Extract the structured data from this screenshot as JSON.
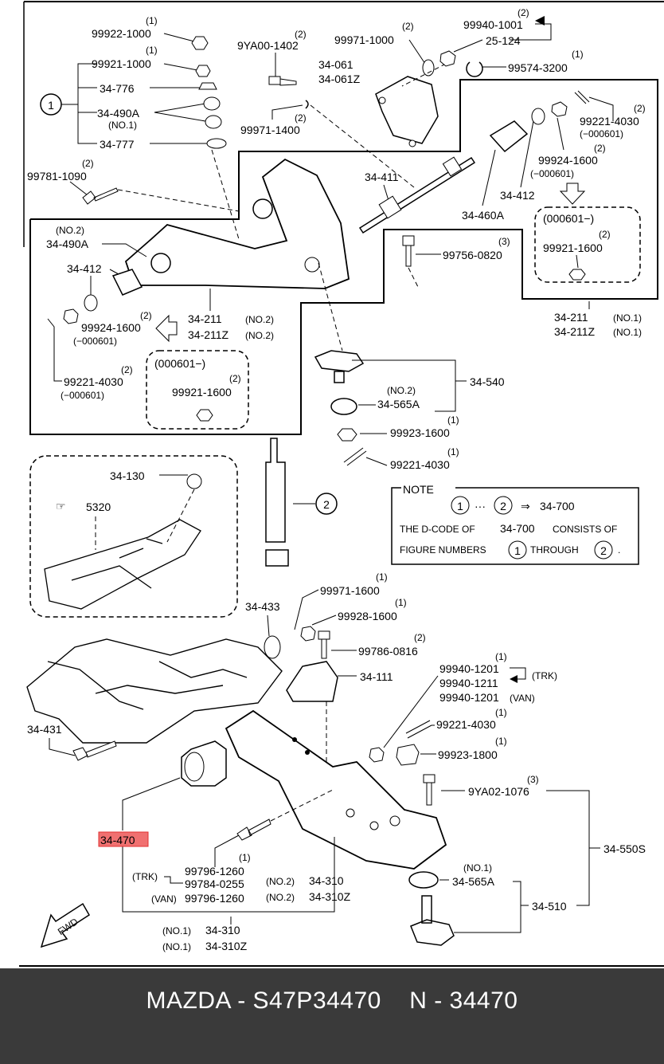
{
  "footer": {
    "caption": "MAZDA - S47P34470    N - 34470"
  },
  "highlight_color": "#f07070",
  "group_marker_1": "1",
  "group_marker_2": "2",
  "labels": {
    "p_99922_1000": "99922-1000",
    "q_99922_1000": "(1)",
    "p_99921_1000": "99921-1000",
    "q_99921_1000": "(1)",
    "p_34_776": "34-776",
    "p_34_490a_top": "34-490A",
    "q_34_490a_top": "(NO.1)",
    "p_34_777": "34-777",
    "p_9ya00_1402": "9YA00-1402",
    "q_9ya00_1402": "(2)",
    "p_99971_1400": "99971-1400",
    "q_99971_1400": "(2)",
    "p_99971_1000": "99971-1000",
    "q_99971_1000": "(2)",
    "p_34_061": "34-061",
    "p_34_061z": "34-061Z",
    "p_99940_1001": "99940-1001",
    "q_99940_1001": "(2)",
    "p_25_124": "25-124",
    "p_99574_3200": "99574-3200",
    "q_99574_3200": "(1)",
    "p_99781_1090": "99781-1090",
    "q_99781_1090": "(2)",
    "p_34_411": "34-411",
    "p_34_412_r": "34-412",
    "p_34_460a": "34-460A",
    "p_99221_4030_r": "99221-4030",
    "q_99221_4030_r": "(2)",
    "s_99221_4030_r": "(−000601)",
    "p_99924_1600_r": "99924-1600",
    "q_99924_1600_r": "(2)",
    "s_99924_1600_r": "(−000601)",
    "box_r_title": "(000601−)",
    "box_r_part": "99921-1600",
    "box_r_qty": "(2)",
    "p_99756_0820": "99756-0820",
    "q_99756_0820": "(3)",
    "p_34_211_r": "34-211",
    "q_34_211_r": "(NO.1)",
    "p_34_211z_r": "34-211Z",
    "q_34_211z_r": "(NO.1)",
    "q_34_490a_l": "(NO.2)",
    "p_34_490a_l": "34-490A",
    "p_34_412_l": "34-412",
    "p_99924_1600_l": "99924-1600",
    "q_99924_1600_l": "(2)",
    "s_99924_1600_l": "(−000601)",
    "p_99221_4030_l": "99221-4030",
    "q_99221_4030_l": "(2)",
    "s_99221_4030_l": "(−000601)",
    "box_l_title": "(000601−)",
    "box_l_part": "99921-1600",
    "box_l_qty": "(2)",
    "p_34_211_l": "34-211",
    "q_34_211_l": "(NO.2)",
    "p_34_211z_l": "34-211Z",
    "q_34_211z_l": "(NO.2)",
    "p_34_540": "34-540",
    "p_34_565a_top": "34-565A",
    "q_34_565a_top": "(NO.2)",
    "p_99923_1600": "99923-1600",
    "q_99923_1600": "(1)",
    "p_99221_4030_c": "99221-4030",
    "q_99221_4030_c": "(1)",
    "p_34_130": "34-130",
    "ref_5320": "5320",
    "note_title": "NOTE",
    "note_range_dots": "···",
    "note_arrow": "⇒",
    "note_target": "34-700",
    "note_line2_a": "THE D-CODE OF",
    "note_line2_b": "34-700",
    "note_line2_c": "CONSISTS OF",
    "note_line3_a": "FIGURE NUMBERS",
    "note_line3_b": "THROUGH",
    "note_line3_c": ".",
    "p_34_433": "34-433",
    "p_99971_1600": "99971-1600",
    "q_99971_1600": "(1)",
    "p_99928_1600": "99928-1600",
    "q_99928_1600": "(1)",
    "p_99786_0816": "99786-0816",
    "q_99786_0816": "(2)",
    "p_34_111": "34-111",
    "p_99940_1201": "99940-1201",
    "q_99940_1201": "(1)",
    "t_99940_1201": "(TRK)",
    "p_99940_1211": "99940-1211",
    "q_99940_1211": "(1)",
    "p_99940_1201v": "99940-1201",
    "t_99940_1201v": "(VAN)",
    "p_34_431": "34-431",
    "p_99221_4030_b": "99221-4030",
    "q_99221_4030_b": "(1)",
    "p_99923_1800": "99923-1800",
    "q_99923_1800": "(1)",
    "p_9ya02_1076": "9YA02-1076",
    "q_9ya02_1076": "(3)",
    "p_34_550s": "34-550S",
    "p_34_470": "34-470",
    "p_99796_1260": "99796-1260",
    "q_99796_1260": "(1)",
    "t_trk": "(TRK)",
    "p_99784_0255": "99784-0255",
    "t_van": "(VAN)",
    "p_99796_1260v": "99796-1260",
    "q_34_310_r": "(NO.2)",
    "p_34_310_r": "34-310",
    "q_34_310z_r": "(NO.2)",
    "p_34_310z_r": "34-310Z",
    "q_34_310_b": "(NO.1)",
    "p_34_310_b": "34-310",
    "q_34_310z_b": "(NO.1)",
    "p_34_310z_b": "34-310Z",
    "p_34_565a_b": "34-565A",
    "q_34_565a_b": "(NO.1)",
    "p_34_510": "34-510",
    "fwd": "FWD"
  }
}
